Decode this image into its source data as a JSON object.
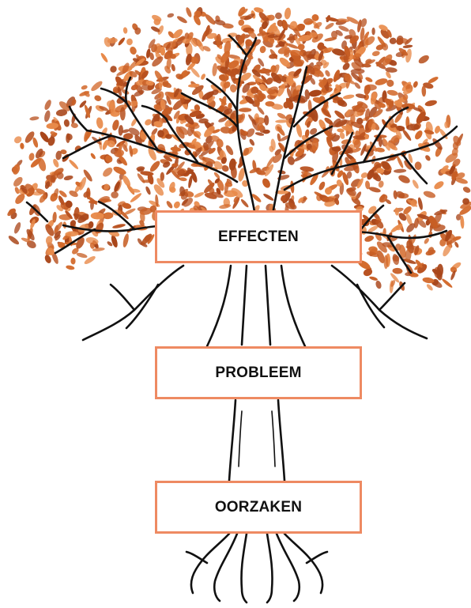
{
  "boxes": {
    "effects": "EFFECTEN",
    "problem": "PROBLEEM",
    "causes": "OORZAKEN"
  },
  "colors": {
    "box_border": "#ee8a62",
    "foliage_dark": "#b8511f",
    "foliage_mid": "#d36a2c",
    "foliage_light": "#e88a4a",
    "outline": "#111111"
  },
  "icons": {
    "illustration": "problem-tree-illustration"
  }
}
